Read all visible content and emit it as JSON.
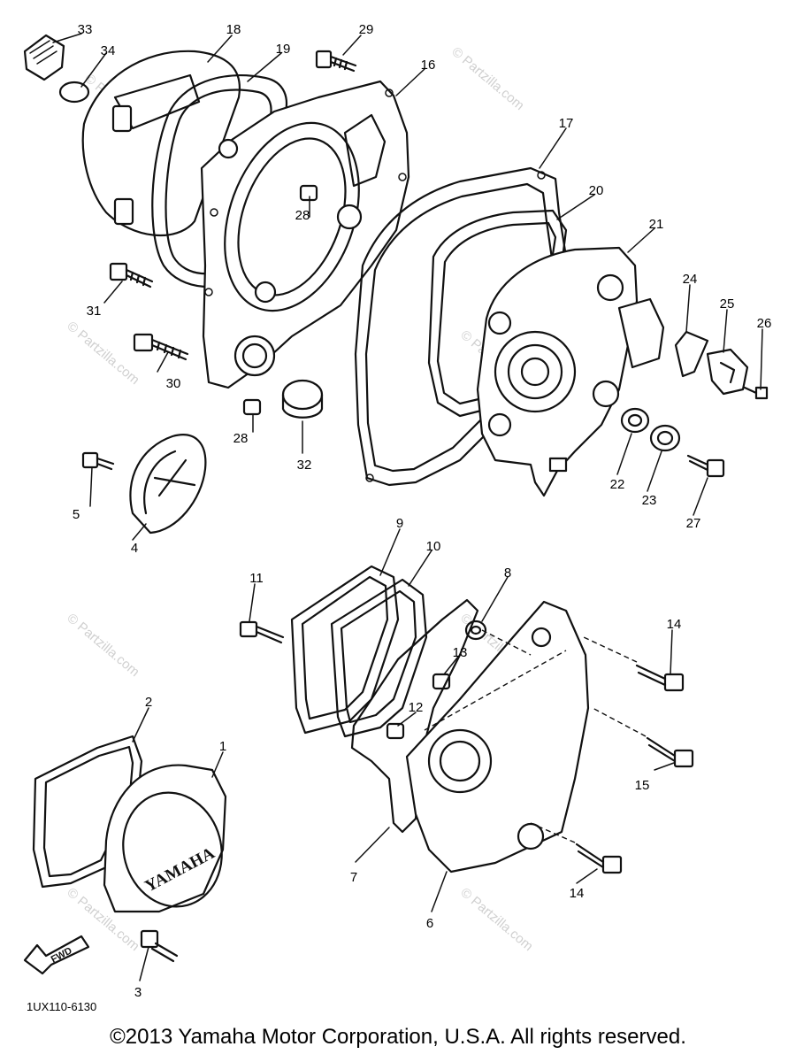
{
  "diagram": {
    "part_labels": [
      "1",
      "2",
      "3",
      "4",
      "5",
      "6",
      "7",
      "8",
      "9",
      "10",
      "11",
      "12",
      "13",
      "14",
      "14",
      "15",
      "16",
      "17",
      "18",
      "19",
      "20",
      "21",
      "22",
      "23",
      "24",
      "25",
      "26",
      "27",
      "28",
      "28",
      "29",
      "30",
      "31",
      "32",
      "33",
      "34"
    ],
    "watermark": "© Partzilla.com",
    "drawing_code": "1UX110-6130",
    "cover_brand": "YAMAHA",
    "fwd_arrow": "FWD",
    "copyright": "©2013 Yamaha Motor Corporation, U.S.A. All rights reserved."
  }
}
